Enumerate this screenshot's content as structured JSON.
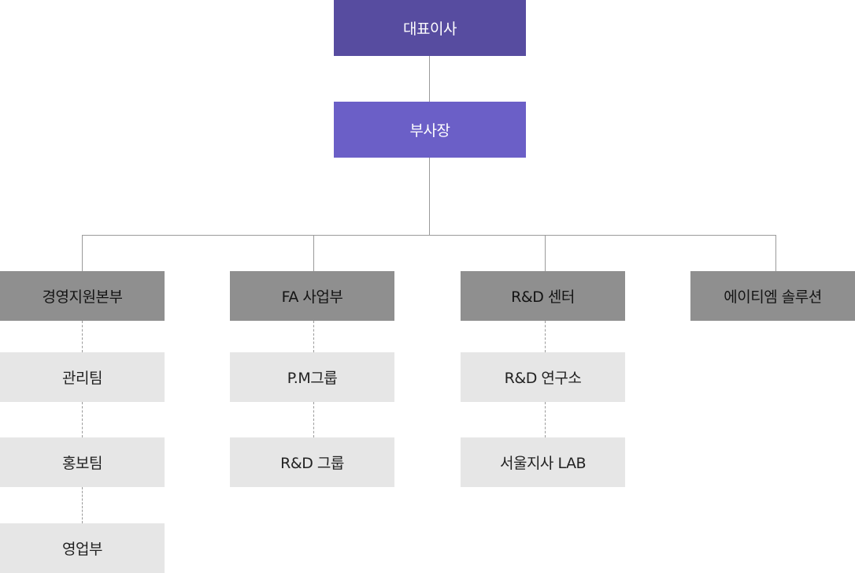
{
  "org": {
    "ceo": "대표이사",
    "vice_president": "부사장",
    "departments": [
      {
        "name": "경영지원본부",
        "teams": [
          "관리팀",
          "홍보팀",
          "영업부"
        ]
      },
      {
        "name": "FA 사업부",
        "teams": [
          "P.M그룹",
          "R&D 그룹"
        ]
      },
      {
        "name": "R&D 센터",
        "teams": [
          "R&D 연구소",
          "서울지사 LAB"
        ]
      },
      {
        "name": "에이티엠 솔루션",
        "teams": []
      }
    ]
  },
  "colors": {
    "ceo_box": "#574ca0",
    "vp_box": "#6b5fc7",
    "department_box": "#8f8f8f",
    "team_box": "#e6e6e6",
    "connector": "#9a9a9a"
  }
}
